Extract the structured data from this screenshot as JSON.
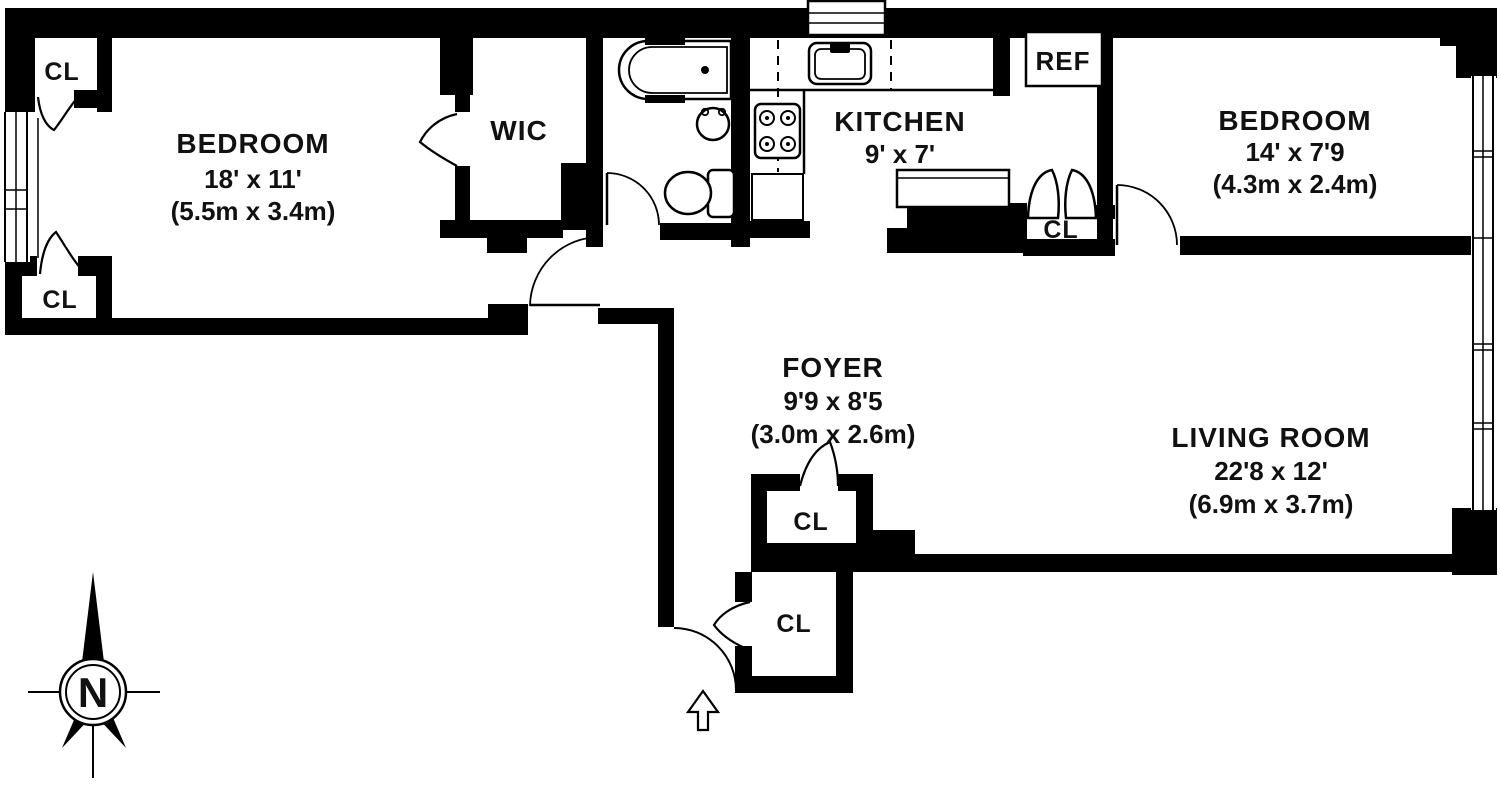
{
  "plan": {
    "rooms": {
      "bedroom1": {
        "name": "BEDROOM",
        "dim_ft": "18' x 11'",
        "dim_m": "(5.5m x 3.4m)"
      },
      "wic": {
        "name": "WIC"
      },
      "kitchen": {
        "name": "KITCHEN",
        "dim_ft": "9' x 7'"
      },
      "bedroom2": {
        "name": "BEDROOM",
        "dim_ft": "14' x 7'9",
        "dim_m": "(4.3m x 2.4m)"
      },
      "foyer": {
        "name": "FOYER",
        "dim_ft": "9'9 x 8'5",
        "dim_m": "(3.0m x 2.6m)"
      },
      "living": {
        "name": "LIVING ROOM",
        "dim_ft": "22'8 x 12'",
        "dim_m": "(6.9m x 3.7m)"
      }
    },
    "closets": {
      "bedroom1_top": "CL",
      "bedroom1_bottom": "CL",
      "kitchen_hall": "CL",
      "foyer": "CL",
      "entry": "CL"
    },
    "appliances": {
      "refrigerator": "REF"
    },
    "compass": {
      "north": "N"
    },
    "colors": {
      "wall": "#000000",
      "background": "#ffffff",
      "text": "#111111"
    }
  }
}
